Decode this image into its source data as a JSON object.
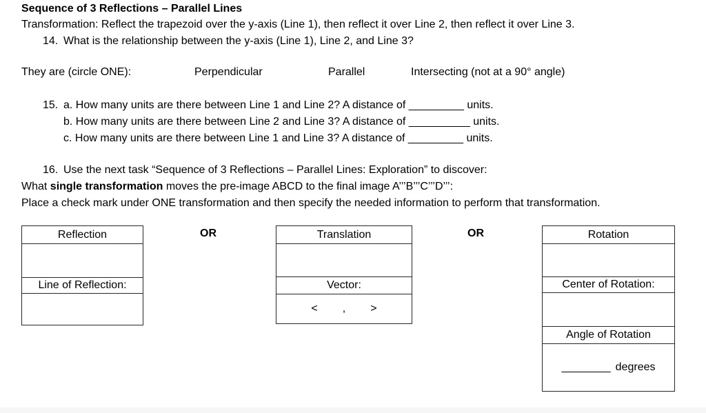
{
  "doc": {
    "title": "Sequence of 3 Reflections – Parallel Lines",
    "intro": "Transformation: Reflect the trapezoid over the y-axis (Line 1), then reflect it over Line 2, then reflect it over Line 3.",
    "q14": {
      "number": "14.",
      "text": "What is the relationship between the y-axis (Line 1), Line 2, and Line 3?"
    },
    "circle": {
      "prompt": "They are (circle ONE):",
      "options": [
        "Perpendicular",
        "Parallel",
        "Intersecting (not at a 90° angle)"
      ]
    },
    "q15": {
      "number": "15.",
      "items": [
        {
          "prefix": "a.",
          "text": "How many units are there between Line 1 and Line 2? A distance of",
          "blank": "_________",
          "suffix": "units."
        },
        {
          "prefix": "b.",
          "text": "How many units are there between Line 2 and Line 3? A distance of",
          "blank": "__________",
          "suffix": "units."
        },
        {
          "prefix": "c.",
          "text": "How many units are there between Line 1 and Line 3? A distance of",
          "blank": "_________",
          "suffix": "units."
        }
      ]
    },
    "q16": {
      "number": "16.",
      "line1": "Use the next task “Sequence of 3 Reflections – Parallel Lines: Exploration” to discover:",
      "line2_prefix": "What",
      "line2_bold": "single transformation",
      "line2_suffix": "moves the pre-image ABCD to the final image A’’’B’’’C’’’D’’’:",
      "line3": "Place a check mark under ONE transformation and then specify the needed information to perform that transformation."
    },
    "or_label": "OR",
    "tables": {
      "reflection": {
        "header": "Reflection",
        "label": "Line of Reflection:"
      },
      "translation": {
        "header": "Translation",
        "label": "Vector:",
        "vector_open": "<",
        "vector_comma": ",",
        "vector_close": ">"
      },
      "rotation": {
        "header": "Rotation",
        "label": "Center of Rotation:",
        "angle_header": "Angle of Rotation",
        "degrees_blank": "________",
        "degrees_label": "degrees"
      }
    }
  }
}
